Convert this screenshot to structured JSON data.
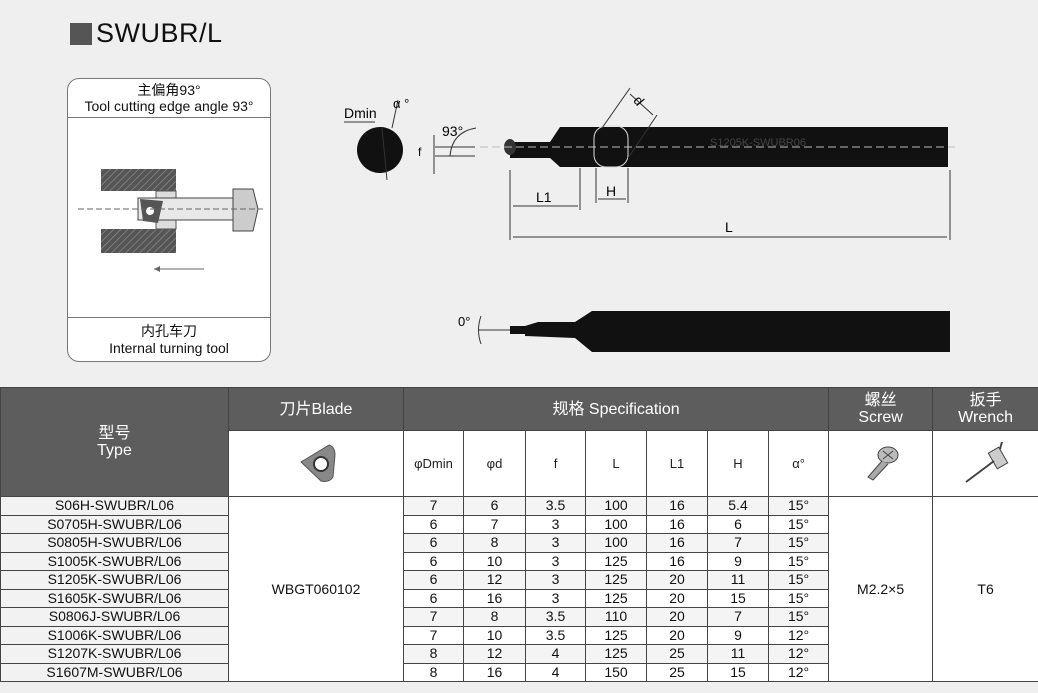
{
  "title": "SWUBR/L",
  "left_box": {
    "header_cn": "主偏角93°",
    "header_en": "Tool cutting edge angle 93°",
    "footer_cn": "内孔车刀",
    "footer_en": "Internal turning tool"
  },
  "drawing": {
    "dmin": "Dmin",
    "alpha": "α °",
    "angle_93": "93°",
    "f": "f",
    "d": "d",
    "L1": "L1",
    "H": "H",
    "L": "L",
    "angle_0": "0°",
    "shank_marking": "S1205K-SWUBR06"
  },
  "table": {
    "type_cn": "型号",
    "type_en": "Type",
    "blade_label": "刀片Blade",
    "spec_label": "规格 Specification",
    "screw_cn": "螺丝",
    "screw_en": "Screw",
    "wrench_cn": "扳手",
    "wrench_en": "Wrench",
    "columns": [
      "φDmin",
      "φd",
      "f",
      "L",
      "L1",
      "H",
      "α°"
    ],
    "blade": "WBGT060102",
    "screw": "M2.2×5",
    "wrench": "T6",
    "icons": {
      "blade": "insert-icon",
      "screw": "screw-icon",
      "wrench": "torx-wrench-icon"
    },
    "rows": [
      {
        "type": "S06H-SWUBR/L06",
        "spec": [
          "7",
          "6",
          "3.5",
          "100",
          "16",
          "5.4",
          "15°"
        ]
      },
      {
        "type": "S0705H-SWUBR/L06",
        "spec": [
          "6",
          "7",
          "3",
          "100",
          "16",
          "6",
          "15°"
        ]
      },
      {
        "type": "S0805H-SWUBR/L06",
        "spec": [
          "6",
          "8",
          "3",
          "100",
          "16",
          "7",
          "15°"
        ]
      },
      {
        "type": "S1005K-SWUBR/L06",
        "spec": [
          "6",
          "10",
          "3",
          "125",
          "16",
          "9",
          "15°"
        ]
      },
      {
        "type": "S1205K-SWUBR/L06",
        "spec": [
          "6",
          "12",
          "3",
          "125",
          "20",
          "11",
          "15°"
        ]
      },
      {
        "type": "S1605K-SWUBR/L06",
        "spec": [
          "6",
          "16",
          "3",
          "125",
          "20",
          "15",
          "15°"
        ]
      },
      {
        "type": "S0806J-SWUBR/L06",
        "spec": [
          "7",
          "8",
          "3.5",
          "110",
          "20",
          "7",
          "15°"
        ]
      },
      {
        "type": "S1006K-SWUBR/L06",
        "spec": [
          "7",
          "10",
          "3.5",
          "125",
          "20",
          "9",
          "12°"
        ]
      },
      {
        "type": "S1207K-SWUBR/L06",
        "spec": [
          "8",
          "12",
          "4",
          "125",
          "25",
          "11",
          "12°"
        ]
      },
      {
        "type": "S1607M-SWUBR/L06",
        "spec": [
          "8",
          "16",
          "4",
          "150",
          "25",
          "15",
          "12°"
        ]
      }
    ]
  }
}
